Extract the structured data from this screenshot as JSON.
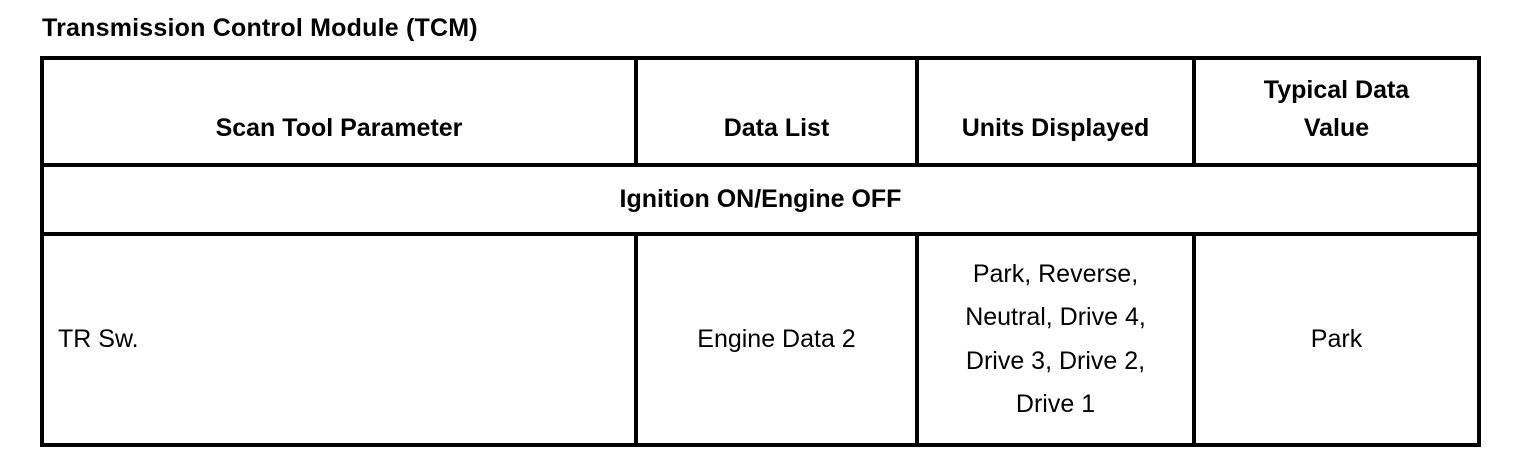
{
  "page": {
    "title": "Transmission Control Module (TCM)"
  },
  "table": {
    "columns": [
      "Scan Tool Parameter",
      "Data List",
      "Units Displayed",
      "Typical Data\nValue"
    ],
    "section_header": "Ignition ON/Engine OFF",
    "rows": [
      {
        "scan_tool_parameter": "TR Sw.",
        "data_list": "Engine Data 2",
        "units_displayed": "Park, Reverse,\nNeutral, Drive 4,\nDrive 3, Drive 2,\nDrive 1",
        "typical_data_value": "Park"
      }
    ]
  },
  "colors": {
    "text": "#000000",
    "border": "#000000",
    "background": "#ffffff"
  }
}
